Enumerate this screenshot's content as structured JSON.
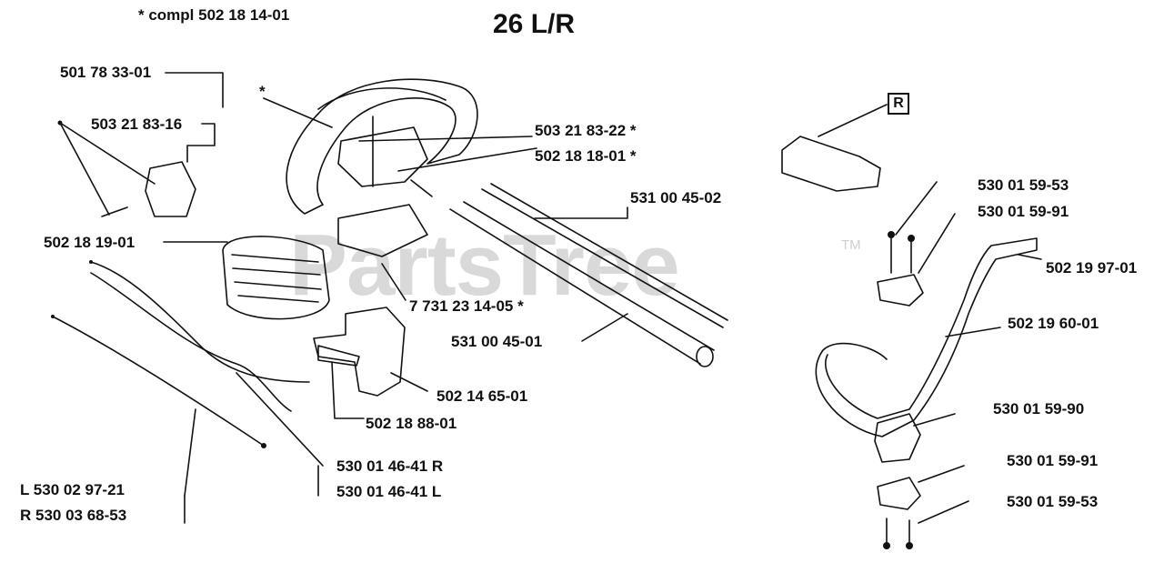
{
  "diagram": {
    "title": "26 L/R",
    "compl_note": "*  compl 502 18 14-01",
    "watermark": "PartsTree",
    "trademark": "TM",
    "variant_tag": "R",
    "parts": {
      "p501783301": "501 78 33-01",
      "p503218316": "503 21 83-16",
      "p502181901": "502 18 19-01",
      "star_handle": "*",
      "p503218322": "503 21 83-22  *",
      "p502181801": "502 18 18-01  *",
      "p531004502": "531 00 45-02",
      "p7731231405": "7 731 23 14-05  *",
      "p531004501": "531 00 45-01",
      "p502146501": "502 14 65-01",
      "p502188801": "502 18 88-01",
      "p530014641R": "530 01 46-41 R",
      "p530014641L": "530 01 46-41 L",
      "pL530029721": "L 530 02 97-21",
      "pR530036853": "R 530 03 68-53",
      "p530015953a": "530 01 59-53",
      "p530015991a": "530 01 59-91",
      "p502199701": "502 19 97-01",
      "p502196001": "502 19 60-01",
      "p530015990": "530 01 59-90",
      "p530015991b": "530 01 59-91",
      "p530015953b": "530 01 59-53"
    }
  }
}
